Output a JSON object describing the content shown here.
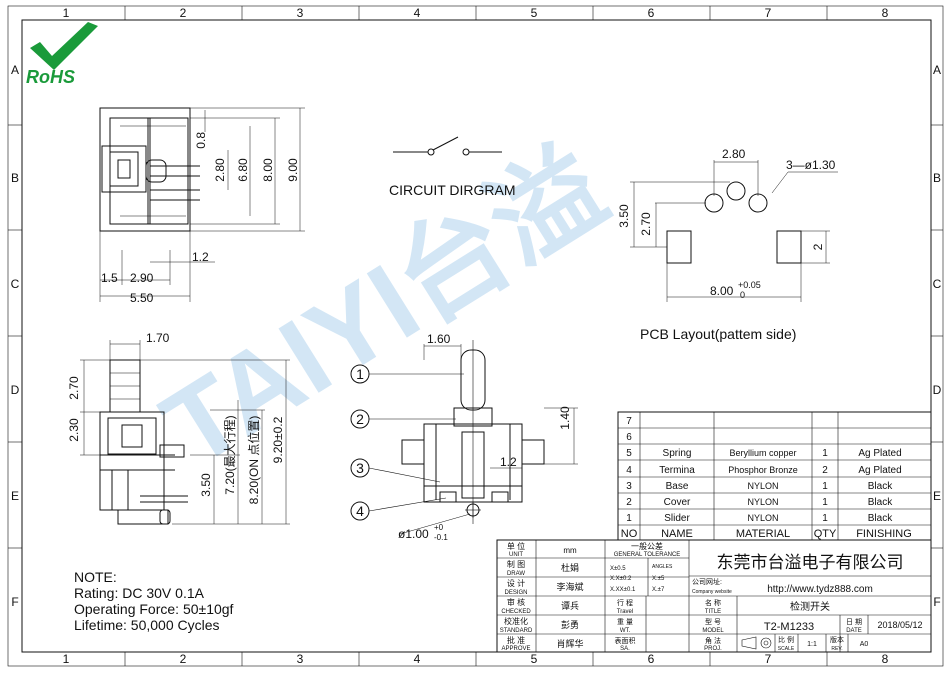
{
  "grid": {
    "cols": [
      "1",
      "2",
      "3",
      "4",
      "5",
      "6",
      "7",
      "8"
    ],
    "rows": [
      "A",
      "B",
      "C",
      "D",
      "E",
      "F"
    ]
  },
  "logo": {
    "text": "RoHS",
    "color": "#1a9a3a"
  },
  "watermark": {
    "text": "TAIYI台溢",
    "color": "#9ec9ea"
  },
  "circuit": {
    "title": "CIRCUIT DIRGRAM"
  },
  "pcb": {
    "title": "PCB Layout(pattem side)",
    "dims": {
      "pitch": "2.80",
      "holes": "3—ø1.30",
      "h1": "3.50",
      "h2": "2.70",
      "pad": "2",
      "width": "8.00",
      "tol_up": "+0.05",
      "tol_dn": "0"
    }
  },
  "top_view": {
    "dims": {
      "d08": "0.8",
      "d280": "2.80",
      "d680": "6.80",
      "d800": "8.00",
      "d900": "9.00",
      "d15": "1.5",
      "d290": "2.90",
      "d12": "1.2",
      "d550": "5.50"
    }
  },
  "side_view": {
    "dims": {
      "d170": "1.70",
      "d270": "2.70",
      "d230": "2.30",
      "d350": "3.50",
      "d720": "7.20(最大行程)",
      "d820": "8.20(ON 点位置)",
      "d920": "9.20±0.2"
    }
  },
  "front_view": {
    "dims": {
      "d160": "1.60",
      "d140": "1.40",
      "d12": "1.2",
      "hole": "ø1.00",
      "tol_up": "+0",
      "tol_dn": "-0.1"
    },
    "callouts": [
      "1",
      "2",
      "3",
      "4"
    ]
  },
  "bom": {
    "header": {
      "no": "NO",
      "name": "NAME",
      "material": "MATERIAL",
      "qty": "QTY",
      "finishing": "FINISHING"
    },
    "rows": [
      {
        "no": "7",
        "name": "",
        "material": "",
        "qty": "",
        "finishing": ""
      },
      {
        "no": "6",
        "name": "",
        "material": "",
        "qty": "",
        "finishing": ""
      },
      {
        "no": "5",
        "name": "Spring",
        "material": "Beryllium copper",
        "qty": "1",
        "finishing": "Ag Plated"
      },
      {
        "no": "4",
        "name": "Termina",
        "material": "Phosphor Bronze",
        "qty": "2",
        "finishing": "Ag Plated"
      },
      {
        "no": "3",
        "name": "Base",
        "material": "NYLON",
        "qty": "1",
        "finishing": "Black"
      },
      {
        "no": "2",
        "name": "Cover",
        "material": "NYLON",
        "qty": "1",
        "finishing": "Black"
      },
      {
        "no": "1",
        "name": "Slider",
        "material": "NYLON",
        "qty": "1",
        "finishing": "Black"
      }
    ]
  },
  "notes": {
    "title": "NOTE:",
    "lines": [
      "Rating: DC 30V 0.1A",
      "Operating Force: 50±10gf",
      "Lifetime:  50,000 Cycles"
    ]
  },
  "title_block": {
    "unit_label": "单 位",
    "unit_en": "UNIT",
    "unit_value": "mm",
    "tol_label": "一般公差",
    "tol_en": "GENERAL TOLERANCE",
    "draw_label": "制 图",
    "draw_en": "DRAW",
    "draw_name": "杜娟",
    "design_label": "设 计",
    "design_en": "DESIGN",
    "design_name": "李海斌",
    "checked_label": "审 核",
    "checked_en": "CHECKED",
    "checked_name": "谭兵",
    "standard_label": "校准化",
    "standard_en": "STANDARD",
    "standard_name": "彭勇",
    "approve_label": "批 准",
    "approve_en": "APPROVE",
    "approve_name": "肖辉华",
    "tol1": "X±0.5",
    "tol2": "X.X±0.2",
    "tol3": "X.XX±0.1",
    "ang_label": "ANGLES",
    "ang1": "X.±5",
    "ang2": "X.±7",
    "travel_label": "行 程",
    "travel_en": "Travel",
    "weight_label": "重 量",
    "weight_en": "WT.",
    "surface_label": "表面积",
    "surface_en": "SA.",
    "company": "东莞市台溢电子有限公司",
    "website_label": "公司网址:",
    "website_en": "Company website",
    "website": "http://www.tydz888.com",
    "name_label": "名 称",
    "name_en": "TITLE",
    "name_value": "检测开关",
    "model_label": "型 号",
    "model_en": "MODEL",
    "model_value": "T2-M1233",
    "date_label": "日 期",
    "date_en": "DATE",
    "date_value": "2018/05/12",
    "proj_label": "角 法",
    "proj_en": "PROJ.",
    "scale_label": "比 例",
    "scale_en": "SCALE",
    "scale_value": "1:1",
    "rev_label": "版本",
    "rev_en": "REV.",
    "rev_value": "A0"
  }
}
